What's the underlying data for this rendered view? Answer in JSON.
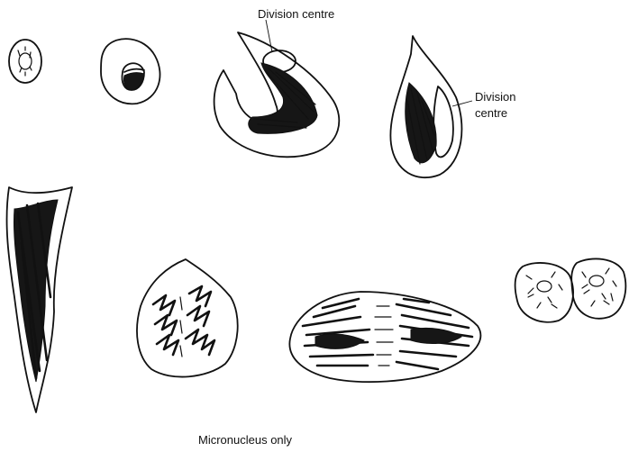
{
  "labels": {
    "division_centre_top": "Division centre",
    "division_centre_right_line1": "Division",
    "division_centre_right_line2": "centre",
    "caption": "Micronucleus only"
  }
}
